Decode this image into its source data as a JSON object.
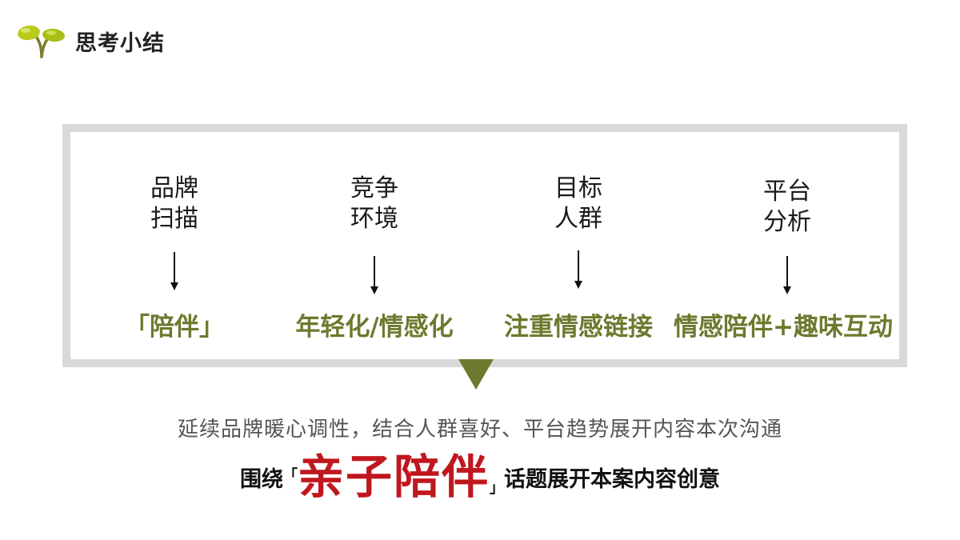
{
  "header": {
    "title": "思考小结",
    "icon": "sprout-icon"
  },
  "analysis": {
    "columns": [
      {
        "line1": "品牌",
        "line2": "扫描",
        "result": "「陪伴」"
      },
      {
        "line1": "竞争",
        "line2": "环境",
        "result": "年轻化/情感化"
      },
      {
        "line1": "目标",
        "line2": "人群",
        "result": "注重情感链接"
      },
      {
        "line1": "平台",
        "line2": "分析",
        "result": "情感陪伴+趣味互动"
      }
    ]
  },
  "summary": {
    "text": "延续品牌暖心调性，结合人群喜好、平台趋势展开内容本次沟通"
  },
  "conclusion": {
    "prefix": "围绕",
    "bracket_open": "「",
    "highlight": "亲子陪伴",
    "bracket_close": "」",
    "suffix": "话题展开本案内容创意"
  },
  "colors": {
    "accent_green": "#6b7a2e",
    "highlight_red": "#c0171f",
    "frame_gray": "#d9d9d9"
  }
}
